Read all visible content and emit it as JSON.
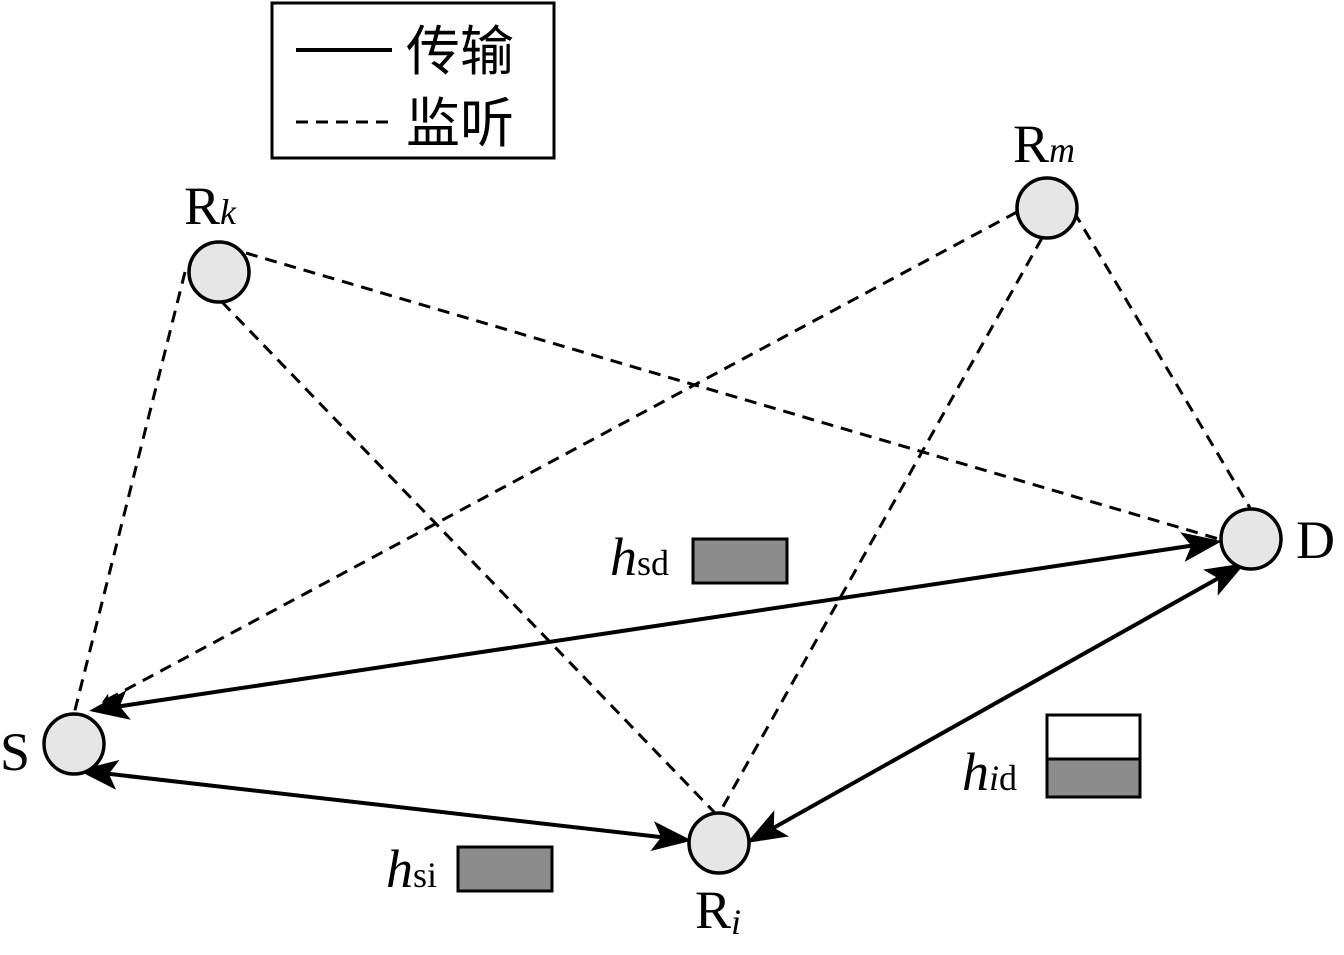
{
  "legend": {
    "solid_label": "传输",
    "dashed_label": "监听"
  },
  "nodes": {
    "S": {
      "label": "S",
      "sub": ""
    },
    "D": {
      "label": "D",
      "sub": ""
    },
    "Rk": {
      "label": "R",
      "sub": "k"
    },
    "Rm": {
      "label": "R",
      "sub": "m"
    },
    "Ri": {
      "label": "R",
      "sub": "i"
    }
  },
  "channels": {
    "hsd": {
      "main": "h",
      "sub": "sd"
    },
    "hsi": {
      "main": "h",
      "sub": "si"
    },
    "hid": {
      "main": "h",
      "sub_italic": "i",
      "sub": "d"
    }
  },
  "colors": {
    "node_fill": "#e6e6e6",
    "buffer_fill": "#8c8c8c",
    "line": "#000000"
  }
}
